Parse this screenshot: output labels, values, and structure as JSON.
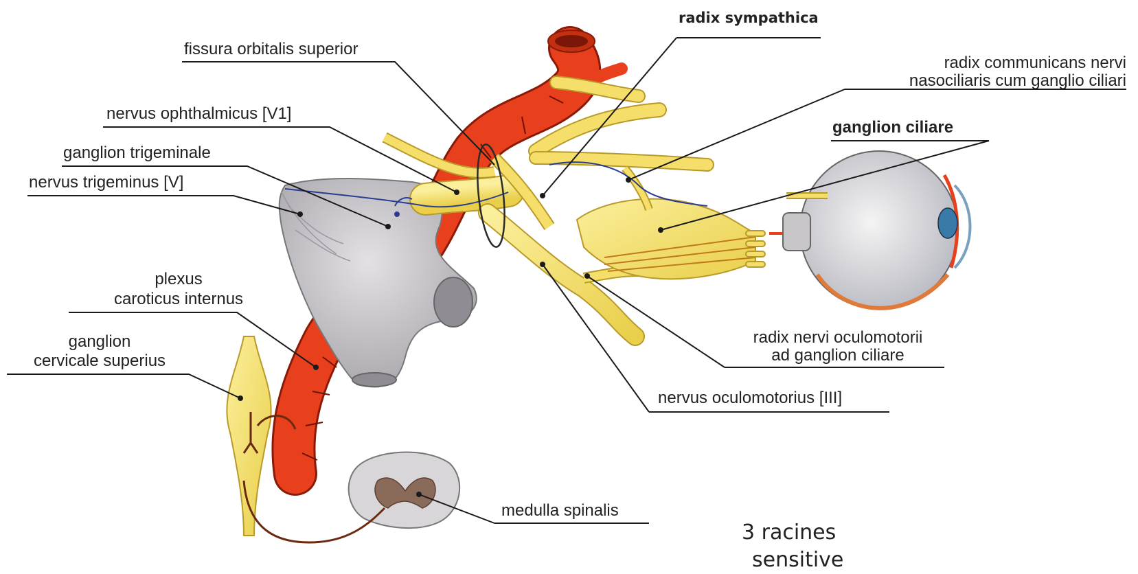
{
  "labels": {
    "radix_sympathica": "radix sympathica",
    "fissura": "fissura orbitalis superior",
    "radix_communicans": [
      "radix communicans nervi",
      "nasociliaris cum ganglio ciliari"
    ],
    "nervus_ophthalmicus": "nervus ophthalmicus [V1]",
    "ganglion_ciliare": "ganglion ciliare",
    "ganglion_trigeminale": "ganglion trigeminale",
    "nervus_trigeminus": "nervus trigeminus [V]",
    "plexus": [
      "plexus",
      "caroticus internus"
    ],
    "ganglion_cervicale": [
      "ganglion",
      "cervicale superius"
    ],
    "radix_oculomotorii": [
      "radix nervi oculomotorii",
      "ad ganglion ciliare"
    ],
    "nervus_oculomotorius": "nervus oculomotorius [III]",
    "medulla": "medulla spinalis"
  },
  "note": [
    "3 racines",
    "sensitive"
  ],
  "colors": {
    "artery": "#e8401c",
    "artery_dark": "#8a1a08",
    "nerve": "#f5df6a",
    "nerve_outline": "#b89a2a",
    "ganglion_grey": "#c9c6ca",
    "sympathetic": "#2a3d8f",
    "fiber": "#6b2a10"
  }
}
